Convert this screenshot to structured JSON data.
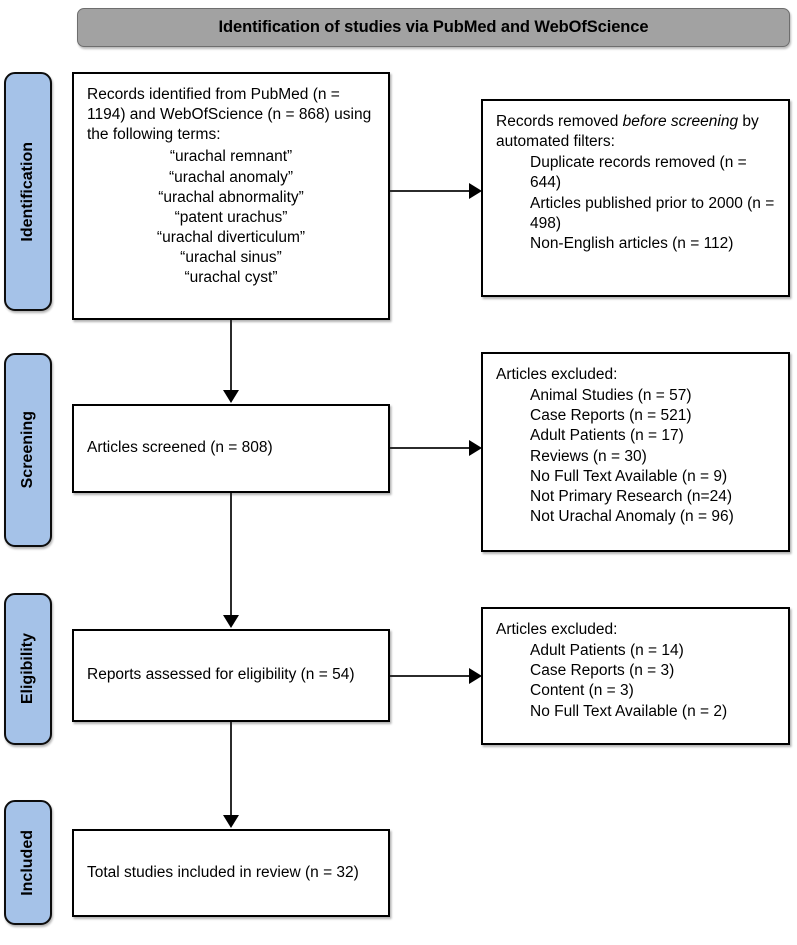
{
  "header": {
    "title": "Identification of studies via PubMed and WebOfScience"
  },
  "stages": [
    {
      "label": "Identification"
    },
    {
      "label": "Screening"
    },
    {
      "label": "Eligibility"
    },
    {
      "label": "Included"
    }
  ],
  "boxes": {
    "identified": {
      "lead": "Records identified from PubMed (n = 1194) and WebOfScience (n = 868) using the following terms:",
      "terms": [
        "“urachal remnant”",
        "“urachal anomaly”",
        "“urachal abnormality”",
        "“patent urachus”",
        "“urachal diverticulum”",
        "“urachal sinus”",
        "“urachal cyst”"
      ]
    },
    "removed": {
      "lead_part1": "Records removed ",
      "lead_italic": "before screening",
      "lead_part2": " by automated filters:",
      "items": [
        "Duplicate records removed (n = 644)",
        "Articles published prior to 2000 (n = 498)",
        "Non-English articles (n = 112)"
      ]
    },
    "screened": {
      "text": "Articles screened (n = 808)"
    },
    "excluded_screening": {
      "lead": "Articles excluded:",
      "items": [
        "Animal Studies (n = 57)",
        "Case Reports (n = 521)",
        "Adult Patients (n = 17)",
        "Reviews (n = 30)",
        "No Full Text Available (n = 9)",
        "Not Primary Research (n=24)",
        "Not Urachal Anomaly (n = 96)"
      ]
    },
    "eligibility": {
      "text": "Reports assessed for eligibility (n = 54)"
    },
    "excluded_eligibility": {
      "lead": "Articles excluded:",
      "items": [
        "Adult Patients (n = 14)",
        "Case Reports (n = 3)",
        "Content (n = 3)",
        "No Full Text Available (n = 2)"
      ]
    },
    "included": {
      "text": "Total studies included in review (n = 32)"
    }
  },
  "colors": {
    "header_bar": "#a2a2a2",
    "stage_pill": "#a5c2e8",
    "box_border": "#000000",
    "connector": "#2b2b2b"
  }
}
